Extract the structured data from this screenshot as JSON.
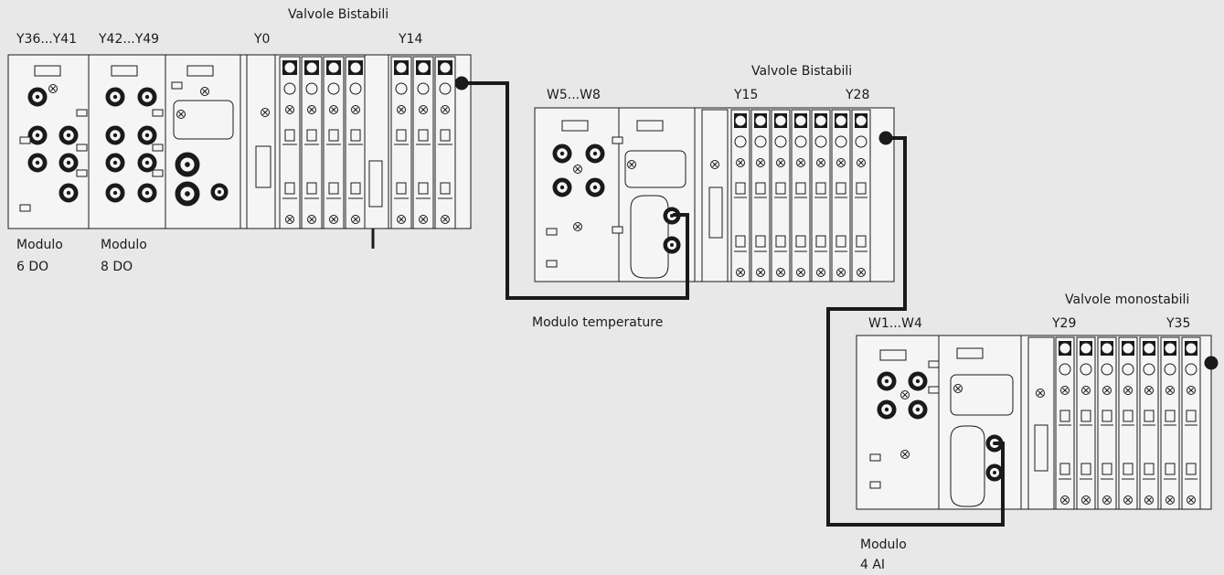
{
  "labels": {
    "group1_title": "Valvole Bistabili",
    "group1_start": "Y0",
    "group1_end": "Y14",
    "mod_a_range": "Y36...Y41",
    "mod_b_range": "Y42...Y49",
    "mod_a_name": "Modulo",
    "mod_a_type": "6 DO",
    "mod_b_name": "Modulo",
    "mod_b_type": "8 DO",
    "group2_title": "Valvole Bistabili",
    "group2_start": "Y15",
    "group2_end": "Y28",
    "mod_c_range": "W5...W8",
    "mod_c_name": "Modulo temperature",
    "group3_title": "Valvole monostabili",
    "group3_start": "Y29",
    "group3_end": "Y35",
    "mod_d_range": "W1...W4",
    "mod_d_name": "Modulo",
    "mod_d_type": "4 AI"
  },
  "colors": {
    "line": "#1a1a1a",
    "panel": "#f5f5f5",
    "background": "#e8e8e8"
  }
}
